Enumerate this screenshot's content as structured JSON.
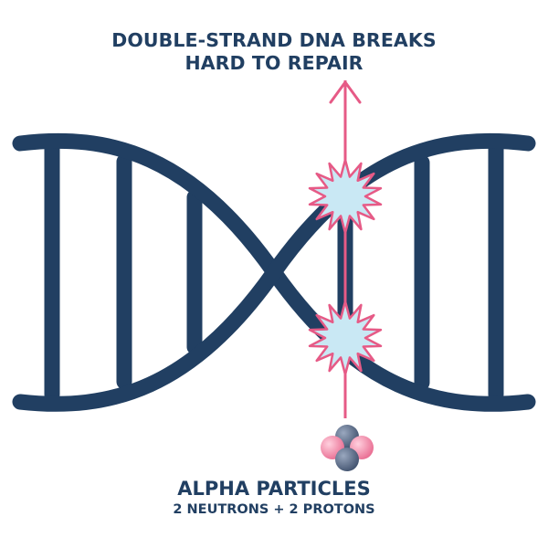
{
  "title": {
    "line1": "DOUBLE-STRAND DNA BREAKS",
    "line2": "HARD TO REPAIR"
  },
  "particle": {
    "name": "ALPHA PARTICLES",
    "composition": "2 NEUTRONS + 2 PROTONS"
  },
  "colors": {
    "strand": "#213f62",
    "arrow": "#e65a86",
    "burst_fill": "#c9e8f4",
    "proton": "#e96d92",
    "neutron": "#42536f"
  },
  "icons": [
    "break-burst-icon",
    "arrow-up-icon",
    "alpha-particle-icon"
  ]
}
